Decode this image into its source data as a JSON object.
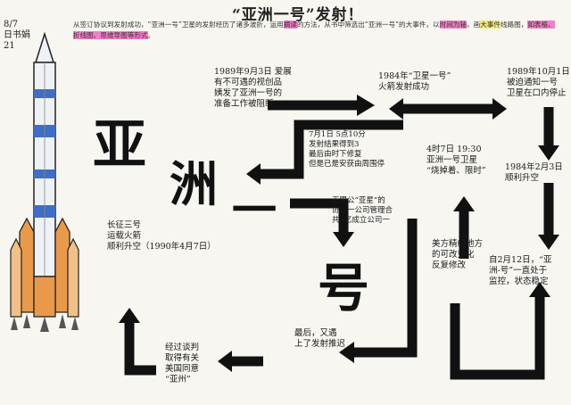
{
  "title": "“亚洲一号”发射！",
  "intro": {
    "lead": "从签订协议到发射成功，“亚洲一号”卫星的发射经历了诸多波折，运用",
    "h1": "摘读",
    "mid1": "的方法，从书中筛选出“亚洲一号”的大事件，以",
    "h2": "时间为轴",
    "mid2": "，画",
    "h3": "大事件",
    "tail": "线路图，",
    "h4": "如表格、折线图、思维导图等形式",
    "end": "。"
  },
  "corner_note": [
    "8/7",
    "日书娟",
    "21"
  ],
  "big_title": [
    "亚",
    "洲",
    "一",
    "号"
  ],
  "events": [
    {
      "id": "e1",
      "lines": [
        "1989年9月3日 爱展",
        "有不可遇的视创品",
        "姨发了亚洲一号的",
        "准备工作被阻断"
      ]
    },
    {
      "id": "e2",
      "lines": [
        "1984年“卫星一号”",
        "火箭发射成功"
      ]
    },
    {
      "id": "e3",
      "lines": [
        "1989年10月1日",
        "被迫通知一号",
        "卫星在口内停止"
      ]
    },
    {
      "id": "e4",
      "lines": [
        "7月1日 5点10分",
        "发射结果得到3",
        "最后由时下修复",
        "但是已是安获由周围停"
      ]
    },
    {
      "id": "e5",
      "lines": [
        "4时7日 19:30",
        "亚洲一号卫星",
        "“烧掉着、限时”"
      ]
    },
    {
      "id": "e6",
      "lines": [
        "1984年2月3日",
        "顺利升空"
      ]
    },
    {
      "id": "e7",
      "lines": [
        "无限公“亚星”的",
        "协议一公司管理合",
        "共3亿成立公司一"
      ]
    },
    {
      "id": "e8",
      "lines": [
        "长征三号",
        "运载火箭",
        "顺利升空（1990年4月7日）"
      ]
    },
    {
      "id": "e9",
      "lines": [
        "美方精细地方",
        "的可改变化",
        "反复修改"
      ]
    },
    {
      "id": "e10",
      "lines": [
        "自2月12日，“亚",
        "洲-号”一直处于",
        "监控，状态稳定"
      ]
    },
    {
      "id": "e11",
      "lines": [
        "最后，又遇",
        "上了发射推迟"
      ]
    },
    {
      "id": "e12",
      "lines": [
        "经过谈判",
        "取得有关",
        "美国同意",
        "“亚州”"
      ]
    }
  ],
  "colors": {
    "paper": "#f7f6f1",
    "ink": "#111111",
    "highlight_pink": "#f37fc6",
    "highlight_yellow": "#f1ec74",
    "rocket_blue": "#3f6fc4",
    "rocket_orange": "#e89a4a"
  }
}
